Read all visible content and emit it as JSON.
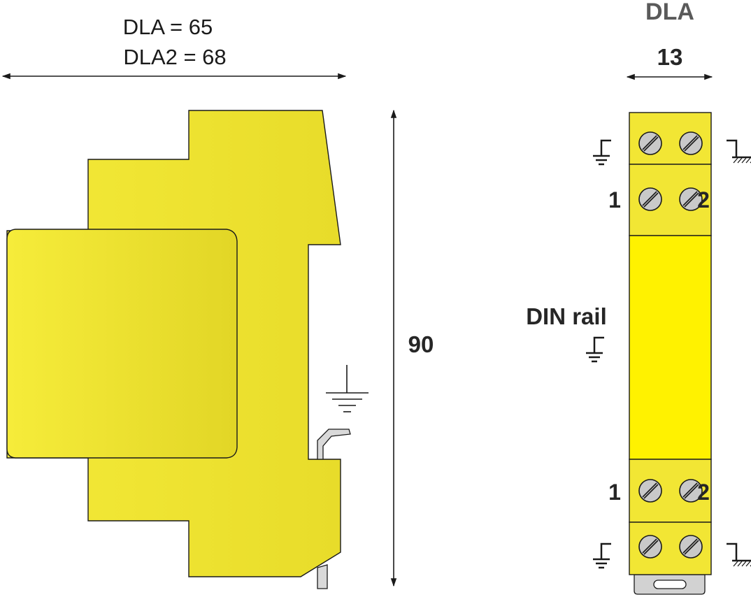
{
  "side_view": {
    "width_line1": "DLA = 65",
    "width_line2": "DLA2 = 68",
    "height_value": "90"
  },
  "front_view": {
    "model_label": "DLA",
    "width_value": "13",
    "terminal_left": "1",
    "terminal_right": "2",
    "din_rail_label": "DIN rail"
  },
  "colors": {
    "housing_yellow": "#f2e634",
    "front_yellow": "#fff200",
    "outline": "#1a1a1a",
    "screw_fill": "#c8c8c8",
    "text_gray": "#5a5a5a"
  }
}
